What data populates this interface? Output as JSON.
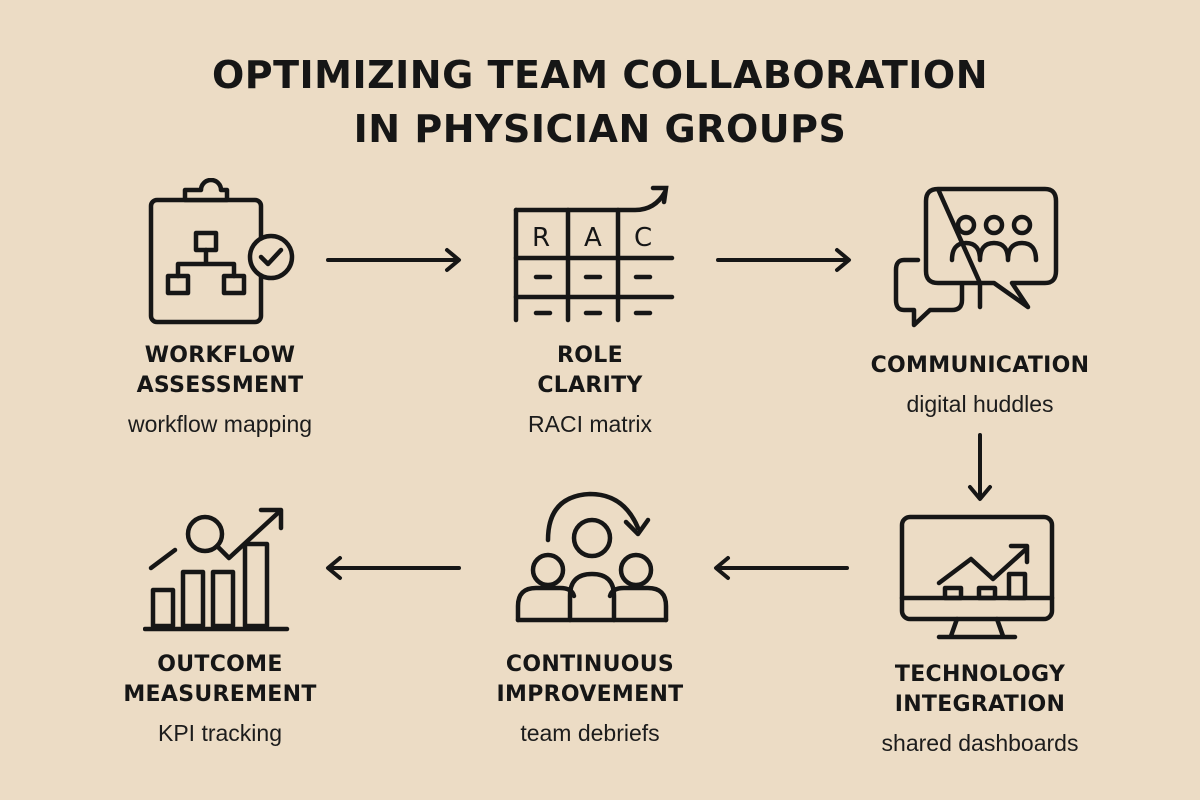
{
  "title": {
    "line1": "OPTIMIZING TEAM COLLABORATION",
    "line2": "IN PHYSICIAN GROUPS"
  },
  "colors": {
    "background": "#ecdcc5",
    "ink": "#161616"
  },
  "steps": [
    {
      "order": 1,
      "title_line1": "WORKFLOW",
      "title_line2": "ASSESSMENT",
      "subtitle": "workflow mapping",
      "icon": "clipboard-flowchart-check-icon"
    },
    {
      "order": 2,
      "title_line1": "ROLE",
      "title_line2": "CLARITY",
      "subtitle": "RACI matrix",
      "icon": "raci-matrix-table-icon",
      "matrix_headers": [
        "R",
        "A",
        "C"
      ]
    },
    {
      "order": 3,
      "title_line1": "COMMUNICATION",
      "title_line2": "",
      "subtitle": "digital huddles",
      "icon": "chat-bubbles-team-icon"
    },
    {
      "order": 4,
      "title_line1": "TECHNOLOGY",
      "title_line2": "INTEGRATION",
      "subtitle": "shared dashboards",
      "icon": "monitor-chart-icon"
    },
    {
      "order": 5,
      "title_line1": "CONTINUOUS",
      "title_line2": "IMPROVEMENT",
      "subtitle": "team debriefs",
      "icon": "team-cycle-icon"
    },
    {
      "order": 6,
      "title_line1": "OUTCOME",
      "title_line2": "MEASUREMENT",
      "subtitle": "KPI tracking",
      "icon": "bar-chart-magnifier-icon"
    }
  ],
  "flow": [
    {
      "from": 1,
      "to": 2,
      "direction": "right"
    },
    {
      "from": 2,
      "to": 3,
      "direction": "right"
    },
    {
      "from": 3,
      "to": 4,
      "direction": "down"
    },
    {
      "from": 4,
      "to": 5,
      "direction": "left"
    },
    {
      "from": 5,
      "to": 6,
      "direction": "left"
    }
  ]
}
